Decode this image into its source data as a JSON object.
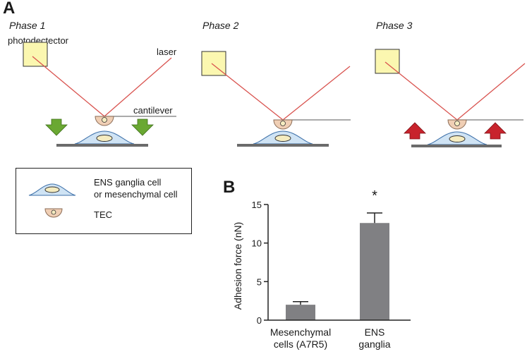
{
  "panel_a": {
    "letter": "A",
    "phases": [
      "Phase 1",
      "Phase 2",
      "Phase 3"
    ],
    "labels": {
      "photodetector": "photodectector",
      "laser": "laser",
      "cantilever": "cantilever"
    }
  },
  "legend": {
    "cell_line1": "ENS ganglia cell",
    "cell_line2": "or mesenchymal cell",
    "tec": "TEC"
  },
  "panel_b": {
    "letter": "B"
  },
  "colors": {
    "detector_fill": "#fbf7b0",
    "laser": "#d9534f",
    "cell_fill": "#cfe3f4",
    "nucleus_fill": "#f5ecc0",
    "tec_fill": "#f0cfb5",
    "arrow_green": "#6aa832",
    "arrow_red": "#c8232c",
    "bar": "#808083",
    "substrate": "#6b6b6b"
  },
  "chart_data": {
    "type": "bar",
    "categories": [
      "Mesenchymal cells (A7R5)",
      "ENS ganglia"
    ],
    "category_lines": [
      [
        "Mesenchymal",
        "cells (A7R5)"
      ],
      [
        "ENS",
        "ganglia"
      ]
    ],
    "values": [
      2.0,
      12.6
    ],
    "errors": [
      0.4,
      1.3
    ],
    "ylabel": "Adhesion force (nN)",
    "ylim": [
      0,
      15
    ],
    "yticks": [
      0,
      5,
      10,
      15
    ],
    "annotations": [
      {
        "category": "ENS ganglia",
        "text": "*"
      }
    ],
    "grid": false
  }
}
